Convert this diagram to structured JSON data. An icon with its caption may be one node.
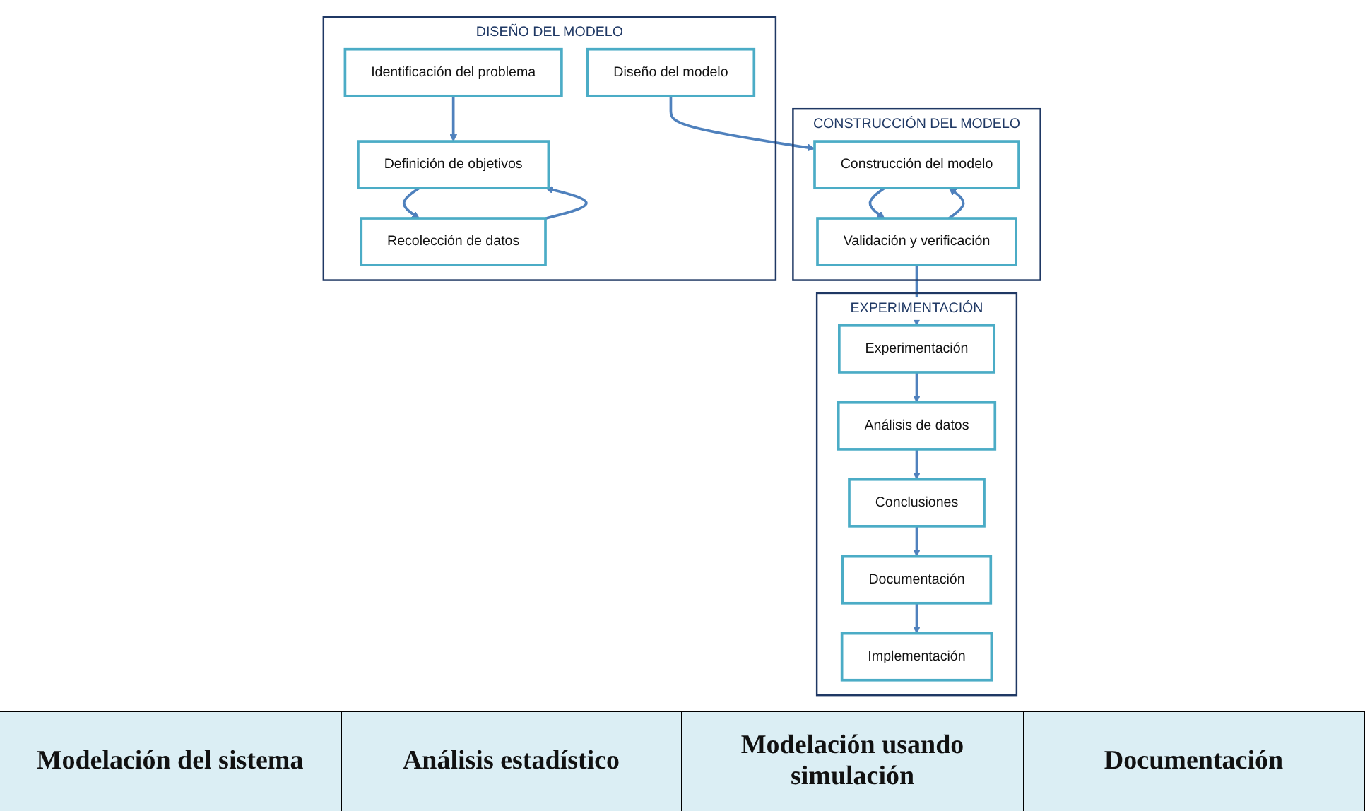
{
  "diagram": {
    "nodes": [
      {
        "text": [
          "DISEÑO DEL MODELO"
        ]
      },
      {
        "text": [
          "Identificación del problema"
        ],
        "in": 0
      },
      {
        "text": [
          "Definición de objetivos"
        ],
        "in": 0
      },
      {
        "text": [
          "Recolección de datos"
        ],
        "in": 0
      },
      {
        "text": [
          "Diseño del modelo"
        ],
        "in": 0
      },
      {
        "text": [
          "CONSTRUCCIÓN DEL MODELO"
        ]
      },
      {
        "text": [
          "Construcción del modelo"
        ],
        "in": 5
      },
      {
        "text": [
          "Validación y verificación"
        ],
        "in": 5
      },
      {
        "text": [
          "EXPERIMENTACIÓN"
        ]
      },
      {
        "text": [
          "Implementación"
        ],
        "in": 8
      },
      {
        "text": [
          "Documentación"
        ],
        "in": 8
      },
      {
        "text": [
          "Conclusiones"
        ],
        "in": 8
      },
      {
        "text": [
          "Análisis de datos"
        ],
        "in": 8
      },
      {
        "text": [
          "Experimentación"
        ],
        "in": 8
      }
    ],
    "edges": [
      {
        "from": 1,
        "to": 2,
        "arrow": "to"
      },
      {
        "from": 2,
        "to": 3,
        "arrow": "to"
      },
      {
        "from": 3,
        "to": 2,
        "arrow": "to"
      },
      {
        "from": 4,
        "to": 6,
        "arrow": "to"
      },
      {
        "from": 6,
        "to": 7,
        "arrow": "to"
      },
      {
        "from": 7,
        "to": 6,
        "arrow": "to"
      },
      {
        "from": 7,
        "to": 13,
        "arrow": "to"
      },
      {
        "from": 13,
        "to": 12,
        "arrow": "to"
      },
      {
        "from": 12,
        "to": 11,
        "arrow": "to"
      },
      {
        "from": 11,
        "to": 10,
        "arrow": "to"
      },
      {
        "from": 10,
        "to": 9,
        "arrow": "to"
      }
    ],
    "labels": [
      "Modelación del sistema",
      "Análisis estadístico",
      "Modelación usando simulación",
      "Documentación"
    ]
  }
}
